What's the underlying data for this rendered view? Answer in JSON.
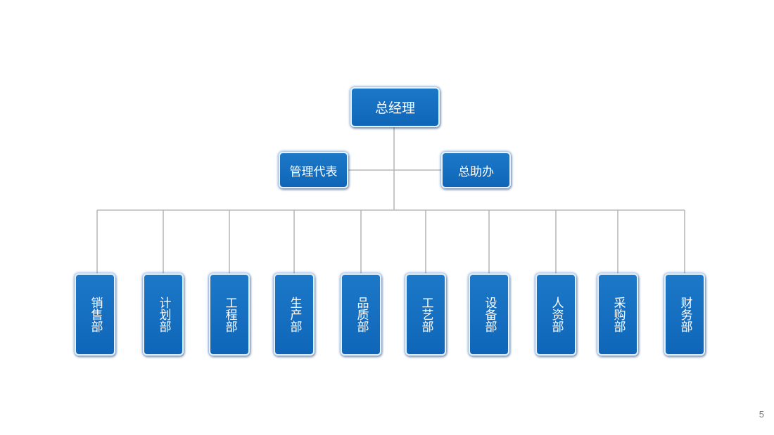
{
  "chart": {
    "root": {
      "label": "总经理"
    },
    "assistants": [
      {
        "label": "管理代表"
      },
      {
        "label": "总助办"
      }
    ],
    "departments": [
      {
        "label": "销售部"
      },
      {
        "label": "计划部"
      },
      {
        "label": "工程部"
      },
      {
        "label": "生产部"
      },
      {
        "label": "品质部"
      },
      {
        "label": "工艺部"
      },
      {
        "label": "设备部"
      },
      {
        "label": "人资部"
      },
      {
        "label": "采购部"
      },
      {
        "label": "财务部"
      }
    ]
  },
  "footer": {
    "page_number": "5"
  },
  "colors": {
    "node_fill": "#1670c2",
    "node_text": "#ffffff",
    "connector": "#b9b9b9"
  }
}
